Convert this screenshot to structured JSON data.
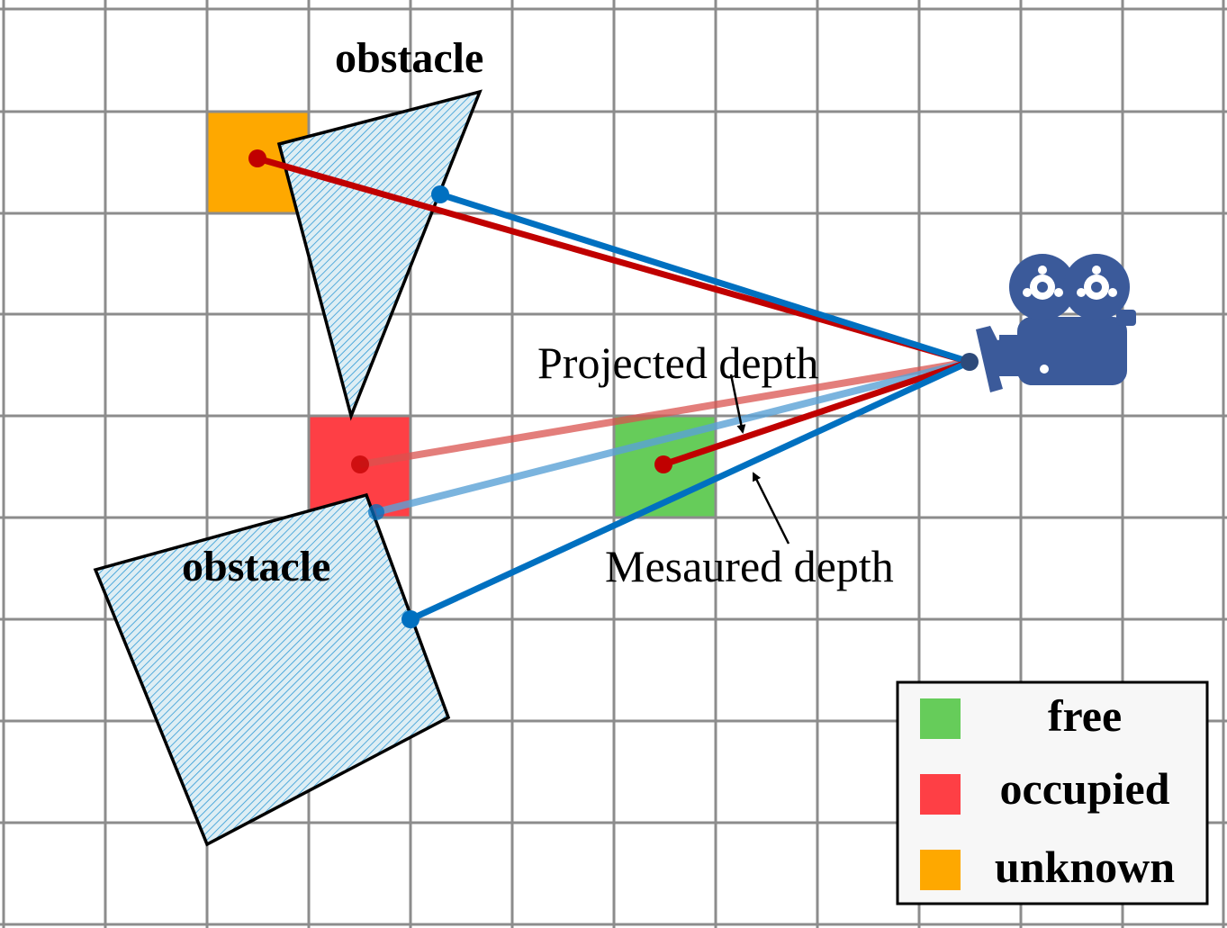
{
  "labels": {
    "obstacle_top": "obstacle",
    "obstacle_bottom": "obstacle",
    "projected_depth": "Projected depth",
    "measured_depth": "Mesaured depth"
  },
  "legend": {
    "items": [
      {
        "label": "free",
        "color": "#66cc5a"
      },
      {
        "label": "occupied",
        "color": "#fe3f45"
      },
      {
        "label": "unknown",
        "color": "#fea800"
      }
    ]
  },
  "cell_states": {
    "unknown_color": "#fea800",
    "occupied_color": "#fe3f45",
    "free_color": "#66cc5a"
  },
  "colors": {
    "grid_line": "#8c8c8c",
    "projected_ray": "#c00000",
    "measured_ray": "#0070c0",
    "obstacle_fill": "#deeef4",
    "obstacle_hatch": "#2f9ad6",
    "camera": "#3b5a9a"
  },
  "icons": {
    "camera": "video-camera-icon"
  }
}
